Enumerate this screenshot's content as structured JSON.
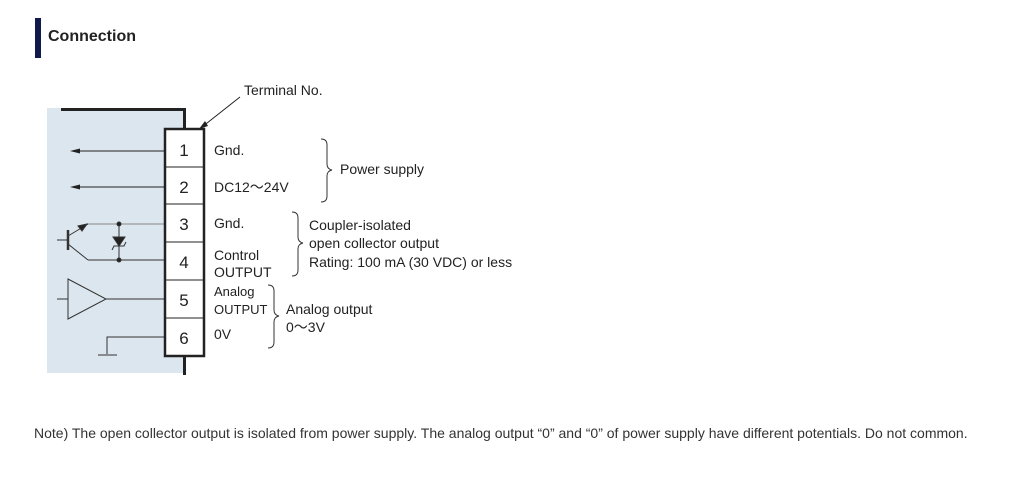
{
  "section": {
    "title": "Connection"
  },
  "diagram": {
    "terminal_label": "Terminal No.",
    "terminals": [
      {
        "no": "1",
        "label": [
          "Gnd."
        ]
      },
      {
        "no": "2",
        "label": [
          "DC12〜24V"
        ]
      },
      {
        "no": "3",
        "label": [
          "Gnd."
        ]
      },
      {
        "no": "4",
        "label": [
          "Control",
          "OUTPUT"
        ]
      },
      {
        "no": "5",
        "label": [
          "Analog",
          "OUTPUT"
        ]
      },
      {
        "no": "6",
        "label": [
          "0V"
        ]
      }
    ],
    "groups": {
      "power": [
        "Power supply"
      ],
      "coupler": [
        "Coupler-isolated",
        "open collector output",
        "Rating: 100 mA (30 VDC) or less"
      ],
      "analog": [
        "Analog output",
        "0〜3V"
      ]
    },
    "colors": {
      "panel": "#dce6ee",
      "heading_bar": "#101a4a"
    }
  },
  "note": "Note) The open collector output is isolated from power supply. The analog output “0” and “0” of power supply have different potentials. Do not common."
}
